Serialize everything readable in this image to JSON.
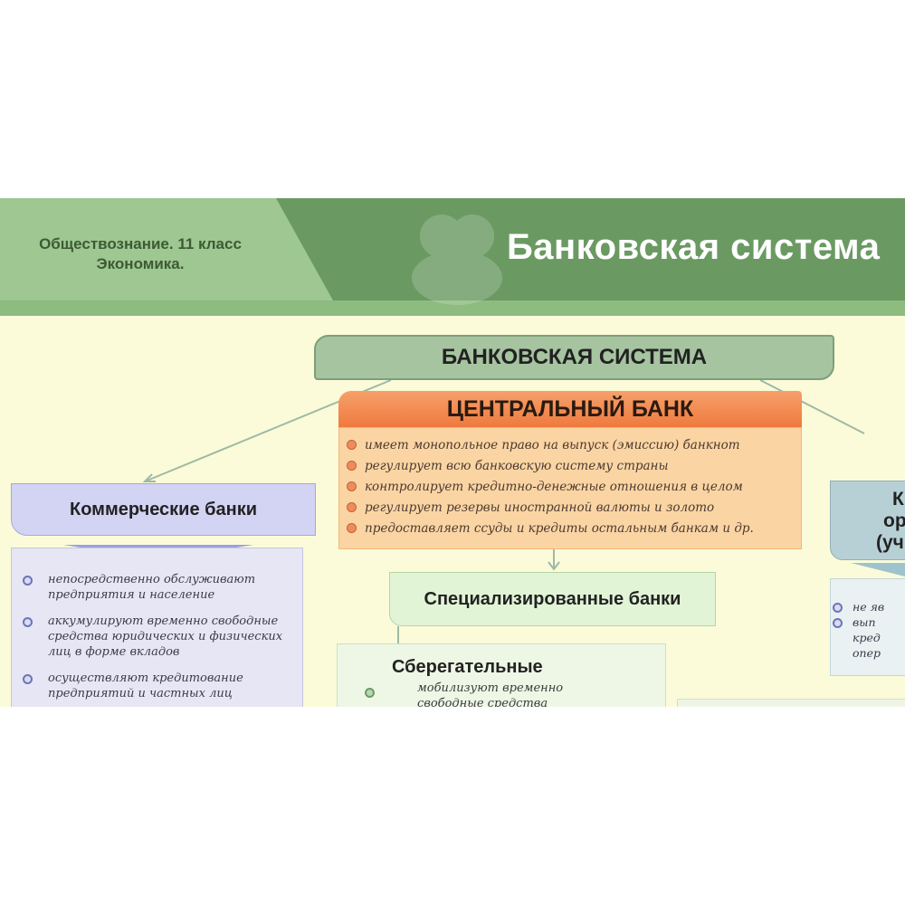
{
  "header": {
    "subject_line": "Обществознание. 11 класс",
    "topic_line": "Экономика.",
    "title": "Банковская система"
  },
  "diagram": {
    "root_label": "БАНКОВСКАЯ СИСТЕМА",
    "central_bank": {
      "label": "ЦЕНТРАЛЬНЫЙ БАНК",
      "functions": [
        "имеет монопольное право на выпуск (эмиссию) банкнот",
        "регулирует всю банковскую систему страны",
        "контролирует кредитно-денежные отношения в целом",
        "регулирует резервы иностранной валюты и золото",
        "предоставляет ссуды и кредиты остальным банкам и др."
      ]
    },
    "commercial_banks": {
      "label": "Коммерческие банки",
      "functions": [
        "непосредственно обслуживают предприятия и население",
        "аккумулируют временно свободные средства юридических и физических лиц в форме вкладов",
        "осуществляют кредитование предприятий и частных лиц"
      ]
    },
    "specialized_banks": {
      "label": "Специализированные банки",
      "savings": {
        "label": "Сберегательные",
        "text_lines": [
          "мобилизуют временно",
          "свободные средства"
        ]
      }
    },
    "right_column": {
      "label_lines": [
        "К",
        "ор",
        "(уч"
      ],
      "items": [
        "не яв",
        "вып",
        "кред",
        "опер"
      ]
    }
  },
  "colors": {
    "banner_dark": "#6a9a62",
    "banner_light": "#9ec792",
    "background": "#fbfbd9",
    "central_accent": "#ef7a3e",
    "commercial_accent": "#d3d3f4",
    "specialized_accent": "#e2f4d6",
    "right_accent": "#b7d0d6",
    "connector": "#9fb9a6"
  }
}
